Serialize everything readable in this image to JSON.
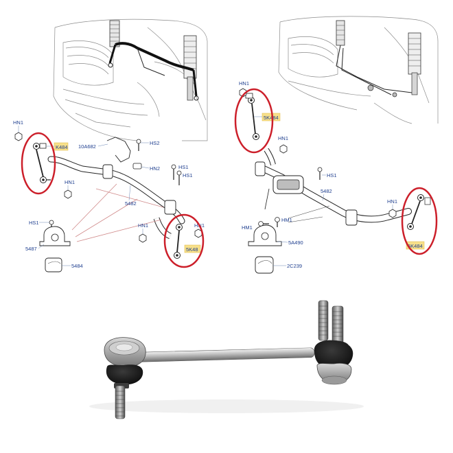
{
  "left_labels": {
    "hn1_top": "HN1",
    "k484": "K484",
    "a10682": "10A682",
    "hs2": "HS2",
    "hn2": "HN2",
    "hs1_a": "HS1",
    "hs1_b": "HS1",
    "hn1_mid": "HN1",
    "n5482": "5482",
    "hs1_left": "HS1",
    "n5487": "5487",
    "n5484": "5484",
    "hn1_low": "HN1",
    "hn1_right": "HN1",
    "sk48": "5K48"
  },
  "right_labels": {
    "hn1_top": "HN1",
    "sk484_top": "5K484",
    "hn1_mid": "HN1",
    "hs1": "HS1",
    "n5482": "5482",
    "hn1_right": "HN1",
    "hm1_right": "HM1",
    "hm1_left": "HM1",
    "sa490": "5A490",
    "c2239": "2C239",
    "sk484_bottom": "5K484"
  },
  "colors": {
    "callout_ring": "#cc1f2a",
    "label_blue": "#1f3f8f",
    "highlight": "#f7e08a"
  }
}
